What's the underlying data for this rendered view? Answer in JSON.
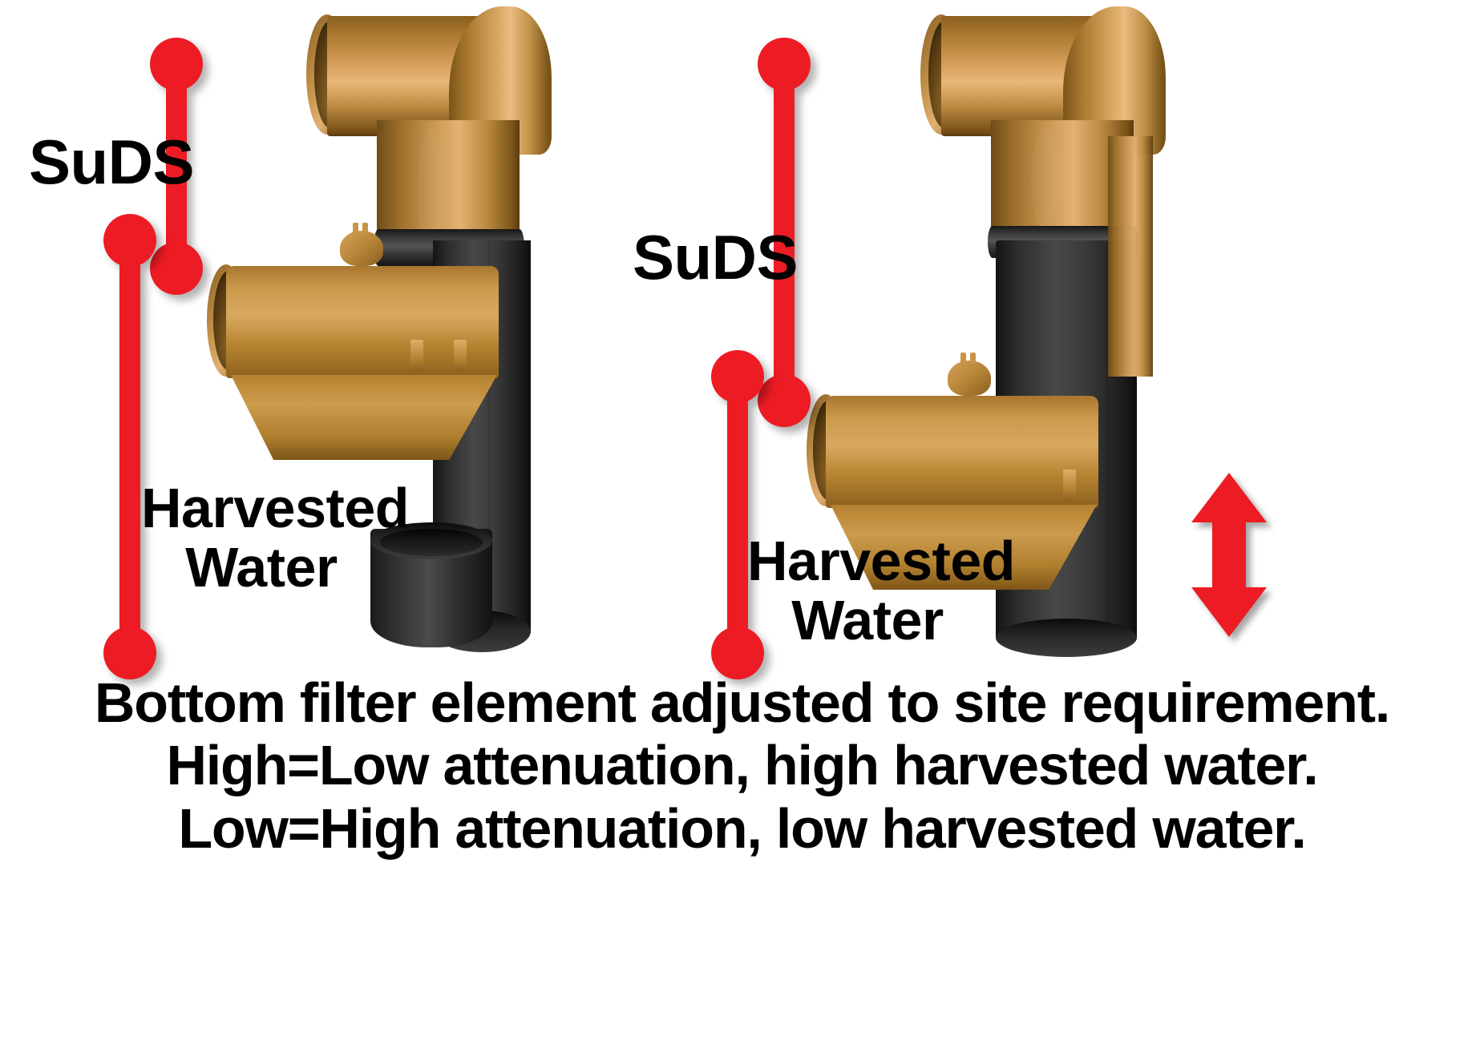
{
  "diagram": {
    "title": "Rainwater filter attenuation adjustment comparison",
    "accent_red": "#ED1C24",
    "pipe_color": "#c08e45",
    "body_color": "#2b2b2b"
  },
  "left_unit": {
    "suds_label": "SuDS",
    "harvested_label": "Harvested\nWater",
    "harvested_line1": "Harvested",
    "harvested_line2": "Water",
    "config": "low filter element"
  },
  "right_unit": {
    "suds_label": "SuDS",
    "harvested_line1": "Harvested",
    "harvested_line2": "Water",
    "config": "high filter element",
    "arrow_name": "adjustment range arrow"
  },
  "caption": {
    "line1": "Bottom filter element adjusted to site requirement.",
    "line2": "High=Low attenuation, high harvested water.",
    "line3": "Low=High attenuation, low harvested water."
  }
}
